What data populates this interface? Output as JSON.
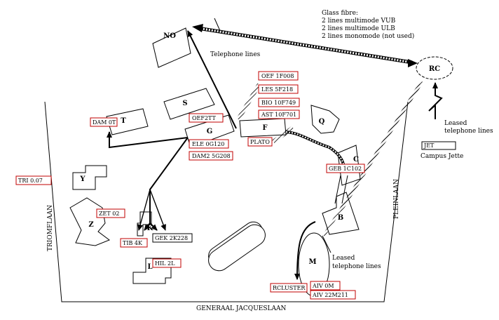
{
  "buildings": {
    "NO": "NO",
    "S": "S",
    "T": "T",
    "G": "G",
    "F": "F",
    "Q": "Q",
    "C": "C",
    "B": "B",
    "M": "M",
    "K": "K",
    "L": "L",
    "Y": "Y",
    "Z": "Z",
    "RC": "RC"
  },
  "streets": {
    "triomflaan": "TRIOMFLAAN",
    "pleinlaan": "PLEINLAAN",
    "generaal": "GENERAAL JACQUESLAAN"
  },
  "notes": {
    "glass_fibre": [
      "Glass fibre:",
      "2 lines multimode VUB",
      "2 lines multimode ULB",
      "2 lines monomode (not used)"
    ],
    "telephone_lines": "Telephone lines",
    "leased_rc": [
      "Leased",
      "telephone lines"
    ],
    "leased_m": [
      "Leased",
      "telephone lines"
    ],
    "campus_jette": "Campus Jette"
  },
  "node_labels": {
    "oef": "OEF 1F008",
    "les": "LES 5F218",
    "bio": "BIO 10F749",
    "ast": "AST 10F701",
    "oef2": "OEF2TT",
    "plato": "PLATO",
    "ele": "ELE 0G120",
    "dam2": "DAM2 5G208",
    "dam": "DAM 0T",
    "geb": "GEB 1C102",
    "tri": "TRI 0.07",
    "zet": "ZET 02",
    "tib": "TIB 4K",
    "gek": "GEK 2K228",
    "hil": "HIL 2L",
    "rcluster": "RCLUSTER",
    "aiv0": "AIV 0M",
    "aiv2": "AIV 22M211",
    "jet": "JET"
  }
}
